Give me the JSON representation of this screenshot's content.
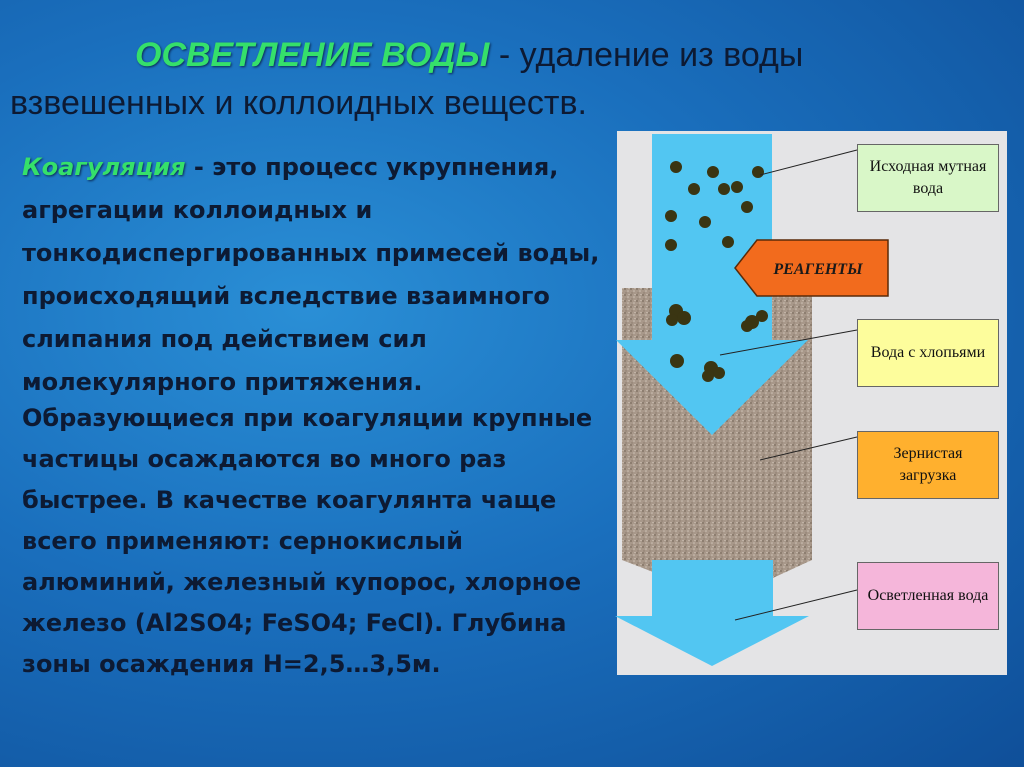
{
  "title": {
    "term": "ОСВЕТЛЕНИЕ ВОДЫ",
    "line1_rest": " - удаление из воды",
    "line2": "взвешенных и коллоидных веществ."
  },
  "body": {
    "para1_term": "Коагуляция",
    "para1_text": " - это процесс укрупнения, агрегации коллоидных и тонкодиспергированных примесей воды, происходящий вследствие взаимного слипания под действием сил молекулярного притяжения.",
    "para2_text": "Образующиеся при коагуляции крупные частицы осаждаются во много раз быстрее. В качестве коагулянта чаще всего применяют: сернокислый алюминий, железный купорос, хлорное железо (Al2SO4; FeSO4; FeCl). Глубина зоны осаждения H=2,5…3,5м."
  },
  "diagram": {
    "reagent_label": "РЕАГЕНТЫ",
    "labels": [
      {
        "text": "Исходная мутная вода",
        "color": "#d9f7c8"
      },
      {
        "text": "Вода с хлопьями",
        "color": "#fdfd9c"
      },
      {
        "text": "Зернистая загрузка",
        "color": "#ffb02e"
      },
      {
        "text": "Осветленная вода",
        "color": "#f5b6da"
      }
    ],
    "colors": {
      "water": "#52c6f2",
      "filter": "#a8988a",
      "reagent_arrow": "#f26b1d",
      "particle": "#3a3512"
    }
  }
}
